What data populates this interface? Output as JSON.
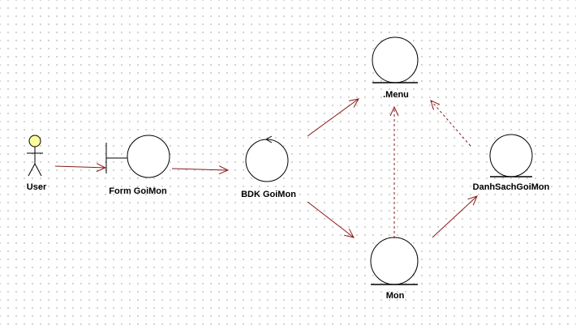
{
  "elements": {
    "user": "User",
    "form": "Form GoiMon",
    "control": "BDK GoiMon",
    "menu": ".Menu",
    "mon": "Mon",
    "danh_sach": "DanhSachGoiMon"
  },
  "colors": {
    "outline": "#000000",
    "actor_fill": "#ffff99",
    "link": "#8b1a1a"
  }
}
